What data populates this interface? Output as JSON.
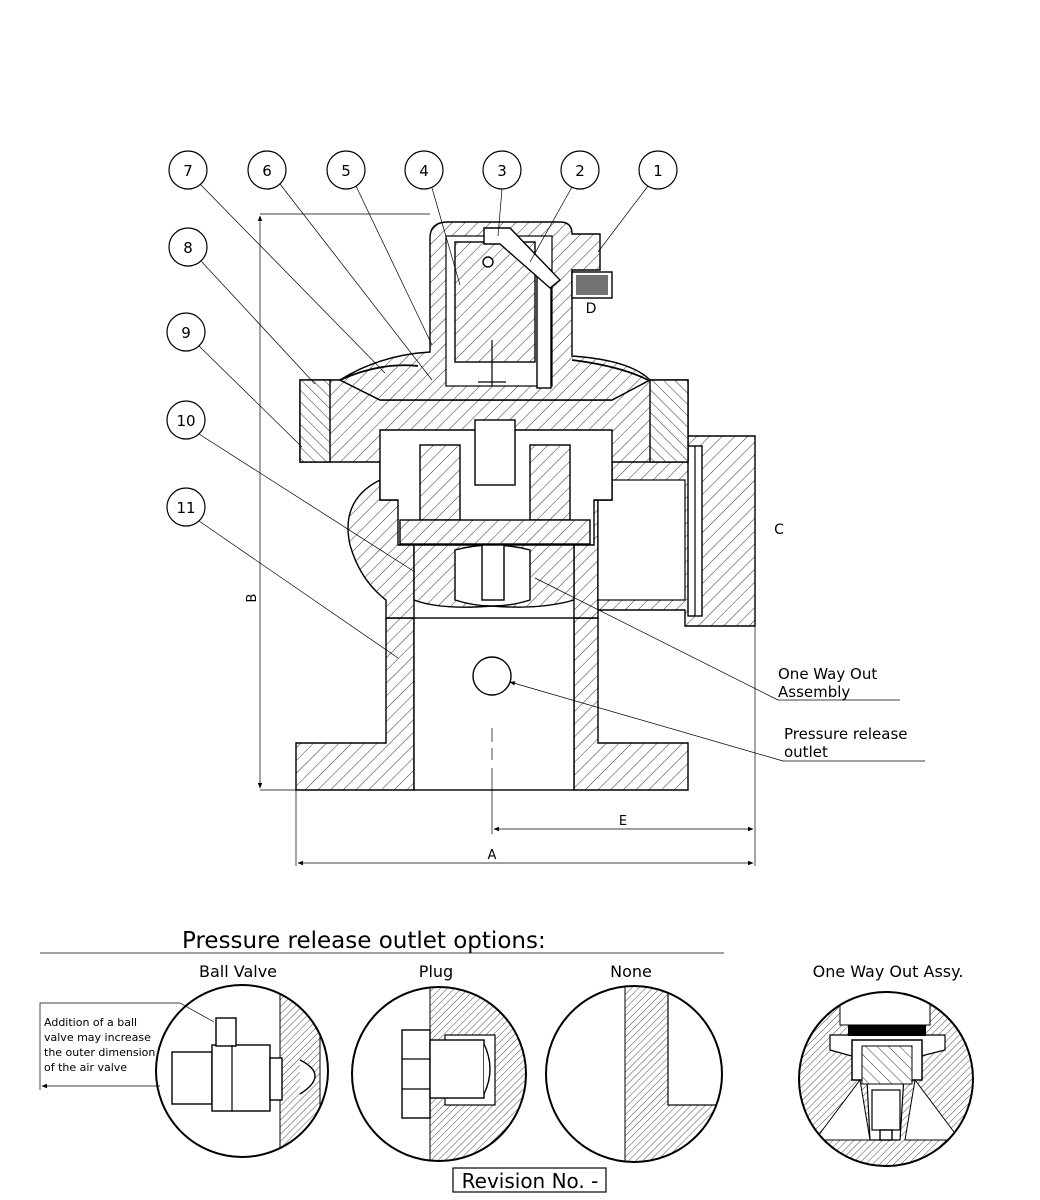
{
  "balloons": [
    "1",
    "2",
    "3",
    "4",
    "5",
    "6",
    "7",
    "8",
    "9",
    "10",
    "11"
  ],
  "dimensions": {
    "a": "A",
    "b": "B",
    "c": "C",
    "d": "D",
    "e": "E"
  },
  "callouts": {
    "one_way_out_line1": "One Way Out",
    "one_way_out_line2": "Assembly",
    "pressure_release_line1": "Pressure release",
    "pressure_release_line2": "outlet"
  },
  "options": {
    "heading": "Pressure release outlet options:",
    "ball_valve_label": "Ball Valve",
    "plug_label": "Plug",
    "none_label": "None",
    "one_way_out_label": "One Way Out Assy.",
    "ball_valve_note": [
      "Addition of a ball",
      "valve may increase",
      "the outer dimension",
      "of the air valve"
    ]
  },
  "revision": "Revision No. -"
}
